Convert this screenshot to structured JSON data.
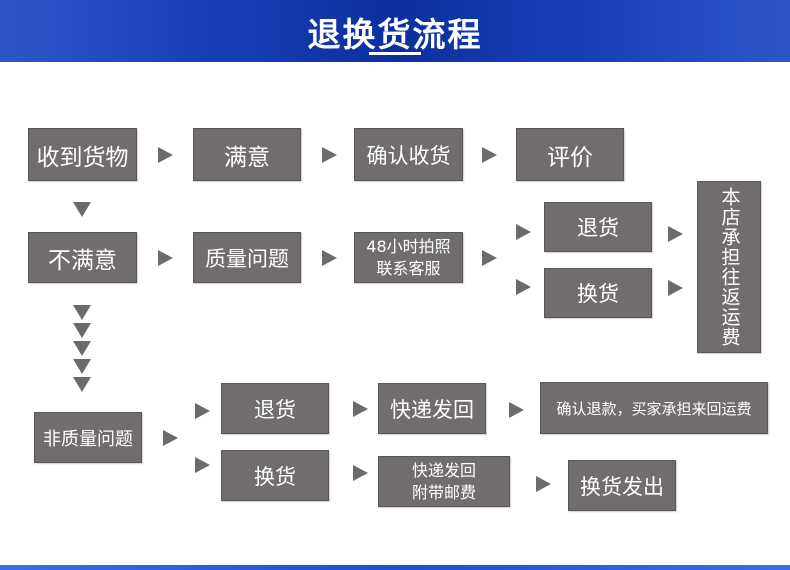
{
  "title": "退换货流程",
  "row1": {
    "received": "收到货物",
    "satisfied": "满意",
    "confirm_receipt": "确认收货",
    "review": "评价"
  },
  "row2": {
    "unsatisfied": "不满意",
    "quality_issue": "质量问题",
    "photo_line1": "48小时拍照",
    "photo_line2": "联系客服",
    "return": "退货",
    "exchange": "换货",
    "shipping_note": "本店承担往返运费"
  },
  "row3": {
    "non_quality": "非质量问题",
    "return": "退货",
    "express_back": "快递发回",
    "refund_note": "确认退款，买家承担来回运费",
    "exchange": "换货",
    "express_line1": "快递发回",
    "express_line2": "附带邮费",
    "exchange_sent": "换货发出"
  },
  "colors": {
    "box": "#716d6e",
    "arrow": "#6e6a6b",
    "header": "#1a3fb8",
    "text": "#ffffff"
  }
}
